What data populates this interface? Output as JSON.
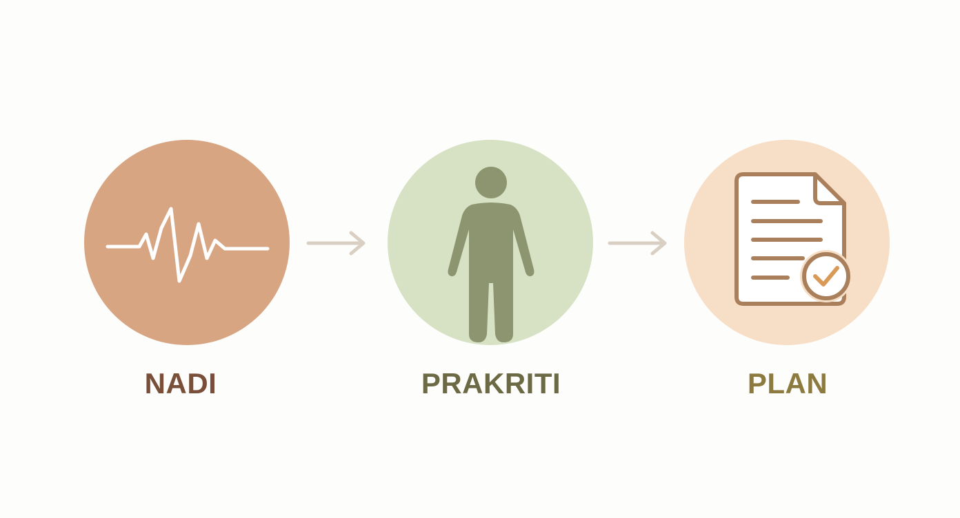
{
  "steps": [
    {
      "label": "NADI",
      "icon": "heartbeat-icon",
      "circle_color": "#d8a582",
      "label_color": "#7a4f3a",
      "icon_color": "#ffffff"
    },
    {
      "label": "PRAKRITI",
      "icon": "person-icon",
      "circle_color": "#d6e2c3",
      "label_color": "#6c6a45",
      "icon_color": "#8d9470"
    },
    {
      "label": "PLAN",
      "icon": "document-check-icon",
      "circle_color": "#f7dec6",
      "label_color": "#8d7a3e",
      "icon_color": "#a9805b"
    }
  ],
  "connectors": [
    {
      "icon": "arrow-right-icon",
      "color": "#d9cfc3"
    },
    {
      "icon": "arrow-right-icon",
      "color": "#d9cfc3"
    }
  ]
}
